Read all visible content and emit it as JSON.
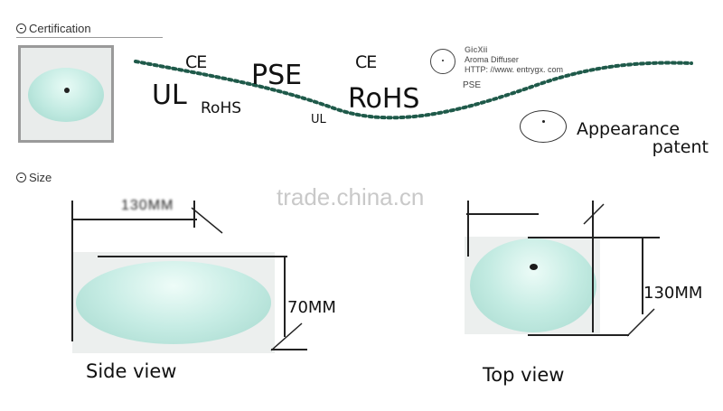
{
  "certification": {
    "heading": "Certification",
    "logos": {
      "ul_large": "UL",
      "rohs_small": "RoHS",
      "ce_1": "CE",
      "pse": "PSE",
      "ul_small": "UL",
      "ce_2": "CE",
      "rohs_large": "RoHS",
      "pse_small": "PSE"
    },
    "brand": {
      "name": "GicXii",
      "product": "Aroma Diffuser",
      "url": "HTTP: //www. entrygx. com"
    },
    "appearance_line1": "Appearance",
    "appearance_line2": "patent"
  },
  "size": {
    "heading": "Size",
    "side_width_label": "130MM",
    "side_height": "70MM",
    "top_height": "130MM",
    "side_view_label": "Side view",
    "top_view_label": "Top view"
  },
  "watermark": "trade.china.cn",
  "colors": {
    "curve": "#1f5a4a",
    "device": "#bfe9e0"
  }
}
